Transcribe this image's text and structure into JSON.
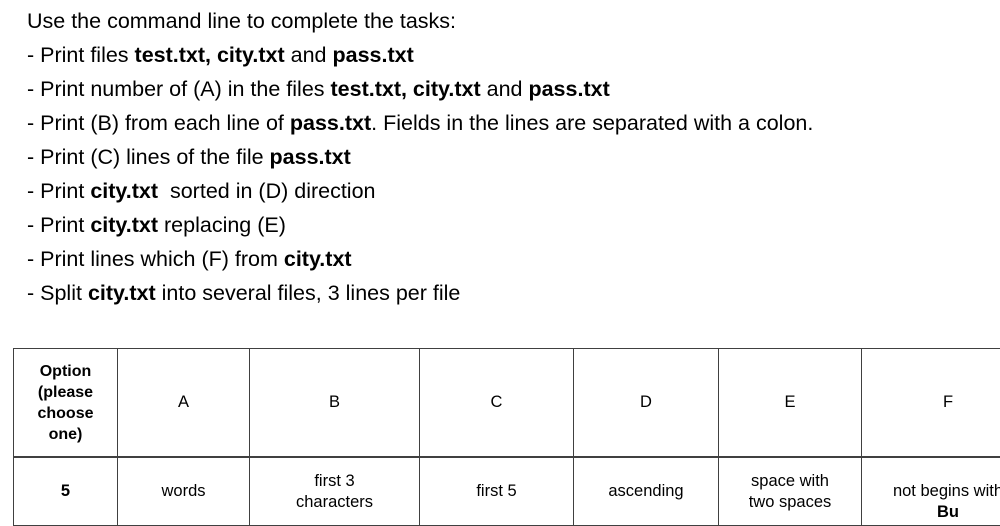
{
  "document": {
    "intro": "Use the command line to complete the tasks:",
    "tasks": [
      {
        "id": "task-print-files",
        "segments": [
          {
            "text": "- Print files ",
            "bold": false
          },
          {
            "text": "test.txt, city.txt",
            "bold": true
          },
          {
            "text": " and ",
            "bold": false
          },
          {
            "text": "pass.txt",
            "bold": true
          }
        ]
      },
      {
        "id": "task-print-number-a",
        "segments": [
          {
            "text": "- Print number of (A) in the files ",
            "bold": false
          },
          {
            "text": "test.txt, city.txt",
            "bold": true
          },
          {
            "text": " and ",
            "bold": false
          },
          {
            "text": "pass.txt",
            "bold": true
          }
        ]
      },
      {
        "id": "task-print-b-each-line",
        "segments": [
          {
            "text": "- Print (B) from each line of ",
            "bold": false
          },
          {
            "text": "pass.txt",
            "bold": true
          },
          {
            "text": ". Fields in the lines are separated with a colon.",
            "bold": false
          }
        ]
      },
      {
        "id": "task-print-c-lines",
        "segments": [
          {
            "text": "- Print (C) lines of the file ",
            "bold": false
          },
          {
            "text": "pass.txt",
            "bold": true
          }
        ]
      },
      {
        "id": "task-print-sorted-d",
        "segments": [
          {
            "text": "- Print ",
            "bold": false
          },
          {
            "text": "city.txt",
            "bold": true
          },
          {
            "text": "  sorted in (D) direction",
            "bold": false
          }
        ]
      },
      {
        "id": "task-print-replacing-e",
        "segments": [
          {
            "text": "- Print ",
            "bold": false
          },
          {
            "text": "city.txt",
            "bold": true
          },
          {
            "text": " replacing (E)",
            "bold": false
          }
        ]
      },
      {
        "id": "task-print-lines-f",
        "segments": [
          {
            "text": "- Print lines which (F) from ",
            "bold": false
          },
          {
            "text": "city.txt",
            "bold": true
          }
        ]
      },
      {
        "id": "task-split-file",
        "segments": [
          {
            "text": "- Split ",
            "bold": false
          },
          {
            "text": "city.txt",
            "bold": true
          },
          {
            "text": " into several files, 3 lines per file",
            "bold": false
          }
        ]
      }
    ]
  },
  "options_table": {
    "headers": {
      "option": "Option\n(please\nchoose\none)",
      "a": "A",
      "b": "B",
      "c": "C",
      "d": "D",
      "e": "E",
      "f": "F"
    },
    "row": {
      "option": "5",
      "a": "words",
      "b": "first 3\ncharacters",
      "c": "first 5",
      "d": "ascending",
      "e": "space with\ntwo spaces",
      "f_prefix": "not begins with\n",
      "f_bold": "Bu"
    }
  },
  "colors": {
    "background": "#ffffff",
    "text": "#000000",
    "table_border": "#404040"
  }
}
